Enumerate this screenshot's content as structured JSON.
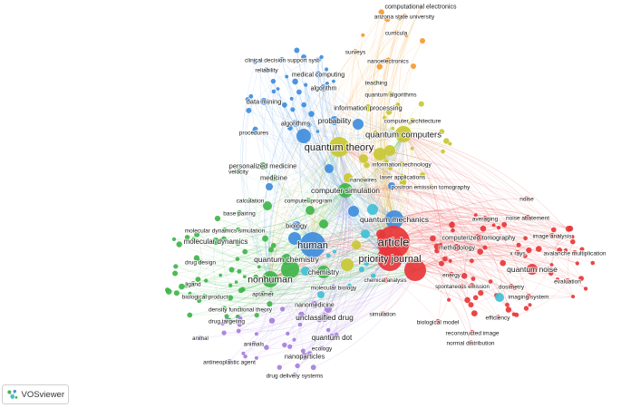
{
  "app_badge": {
    "label": "VOSviewer"
  },
  "clusters": {
    "red": "#e8373a",
    "green": "#3fb54a",
    "blue": "#3f8ddd",
    "yellow": "#c8c832",
    "purple": "#a57fdb",
    "cyan": "#41c0d6",
    "orange": "#f59a31"
  },
  "network": {
    "nodes": [
      {
        "label": "computational electronics",
        "cluster": "orange"
      },
      {
        "label": "arizona state university",
        "cluster": "orange"
      },
      {
        "label": "curricula",
        "cluster": "orange"
      },
      {
        "label": "surveys",
        "cluster": "orange"
      },
      {
        "label": "nanoelectronics",
        "cluster": "orange"
      },
      {
        "label": "clinical decision support syst",
        "cluster": "blue"
      },
      {
        "label": "reliability",
        "cluster": "blue"
      },
      {
        "label": "medical computing",
        "cluster": "blue"
      },
      {
        "label": "algorithm",
        "cluster": "blue"
      },
      {
        "label": "data mining",
        "cluster": "blue"
      },
      {
        "label": "algorithms",
        "cluster": "blue"
      },
      {
        "label": "probability",
        "cluster": "blue"
      },
      {
        "label": "procedures",
        "cluster": "blue"
      },
      {
        "label": "teaching",
        "cluster": "yellow"
      },
      {
        "label": "quantum algorithms",
        "cluster": "yellow"
      },
      {
        "label": "information processing",
        "cluster": "yellow"
      },
      {
        "label": "computer architecture",
        "cluster": "yellow"
      },
      {
        "label": "quantum computers",
        "cluster": "yellow"
      },
      {
        "label": "quantum theory",
        "cluster": "yellow"
      },
      {
        "label": "information technology",
        "cluster": "yellow"
      },
      {
        "label": "laser applications",
        "cluster": "yellow"
      },
      {
        "label": "positron emission tomography",
        "cluster": "yellow"
      },
      {
        "label": "nanowires",
        "cluster": "yellow"
      },
      {
        "label": "personalized medicine",
        "cluster": "green"
      },
      {
        "label": "medicine",
        "cluster": "green"
      },
      {
        "label": "velocity",
        "cluster": "green"
      },
      {
        "label": "computer simulation",
        "cluster": "green"
      },
      {
        "label": "calculation",
        "cluster": "green"
      },
      {
        "label": "computer program",
        "cluster": "green"
      },
      {
        "label": "base pairing",
        "cluster": "green"
      },
      {
        "label": "biology",
        "cluster": "blue"
      },
      {
        "label": "molecular dynamics simulation",
        "cluster": "green"
      },
      {
        "label": "molecular dynamics",
        "cluster": "green"
      },
      {
        "label": "human",
        "cluster": "blue"
      },
      {
        "label": "quantum mechanics",
        "cluster": "blue"
      },
      {
        "label": "quantum chemistry",
        "cluster": "green"
      },
      {
        "label": "drug design",
        "cluster": "green"
      },
      {
        "label": "chemistry",
        "cluster": "green"
      },
      {
        "label": "nonhuman",
        "cluster": "green"
      },
      {
        "label": "ligand",
        "cluster": "green"
      },
      {
        "label": "biological product",
        "cluster": "green"
      },
      {
        "label": "aptamer",
        "cluster": "green"
      },
      {
        "label": "density functional theory",
        "cluster": "green"
      },
      {
        "label": "molecular biology",
        "cluster": "purple"
      },
      {
        "label": "nanomedicine",
        "cluster": "purple"
      },
      {
        "label": "unclassified drug",
        "cluster": "purple"
      },
      {
        "label": "drug targeting",
        "cluster": "purple"
      },
      {
        "label": "animal",
        "cluster": "purple"
      },
      {
        "label": "animals",
        "cluster": "purple"
      },
      {
        "label": "quantum dot",
        "cluster": "purple"
      },
      {
        "label": "ecology",
        "cluster": "purple"
      },
      {
        "label": "nanoparticles",
        "cluster": "purple"
      },
      {
        "label": "antineoplastic agent",
        "cluster": "purple"
      },
      {
        "label": "drug delivery systems",
        "cluster": "purple"
      },
      {
        "label": "article",
        "cluster": "red"
      },
      {
        "label": "priority journal",
        "cluster": "red"
      },
      {
        "label": "noise",
        "cluster": "red"
      },
      {
        "label": "averaging",
        "cluster": "red"
      },
      {
        "label": "noise abatement",
        "cluster": "red"
      },
      {
        "label": "image analysis",
        "cluster": "red"
      },
      {
        "label": "computerized tomography",
        "cluster": "red"
      },
      {
        "label": "avalanche multiplication",
        "cluster": "red"
      },
      {
        "label": "methodology",
        "cluster": "red"
      },
      {
        "label": "x rays",
        "cluster": "red"
      },
      {
        "label": "quantum noise",
        "cluster": "red"
      },
      {
        "label": "energy",
        "cluster": "red"
      },
      {
        "label": "evaluation",
        "cluster": "red"
      },
      {
        "label": "dosimetry",
        "cluster": "red"
      },
      {
        "label": "chemical analysis",
        "cluster": "red"
      },
      {
        "label": "spontaneous emission",
        "cluster": "red"
      },
      {
        "label": "imaging system",
        "cluster": "red"
      },
      {
        "label": "simulation",
        "cluster": "red"
      },
      {
        "label": "efficiency",
        "cluster": "red"
      },
      {
        "label": "biological model",
        "cluster": "red"
      },
      {
        "label": "reconstructed image",
        "cluster": "red"
      },
      {
        "label": "normal distribution",
        "cluster": "red"
      }
    ]
  }
}
